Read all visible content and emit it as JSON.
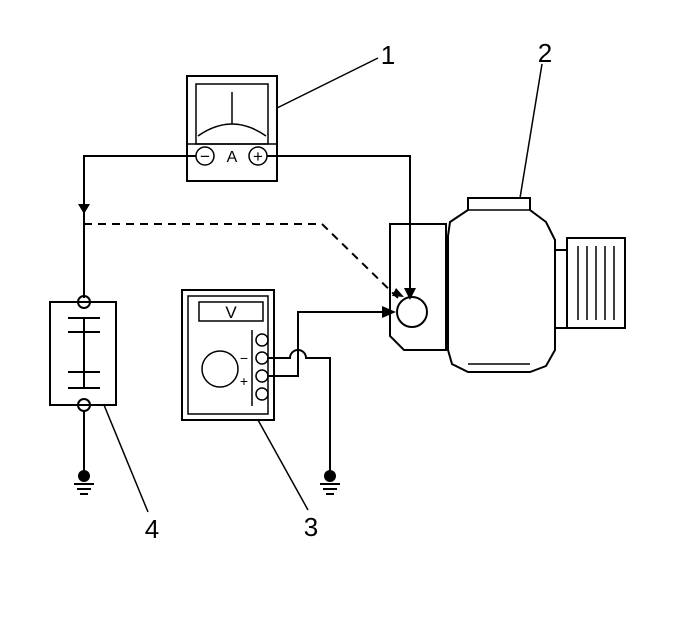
{
  "callouts": [
    "1",
    "2",
    "3",
    "4"
  ],
  "ammeter": {
    "unit_label": "A",
    "neg_symbol": "−",
    "pos_symbol": "+"
  },
  "voltmeter": {
    "unit_label": "V",
    "neg_symbol": "−",
    "pos_symbol": "+"
  },
  "colors": {
    "line": "#000000",
    "background": "#ffffff",
    "fill": "#ffffff"
  }
}
